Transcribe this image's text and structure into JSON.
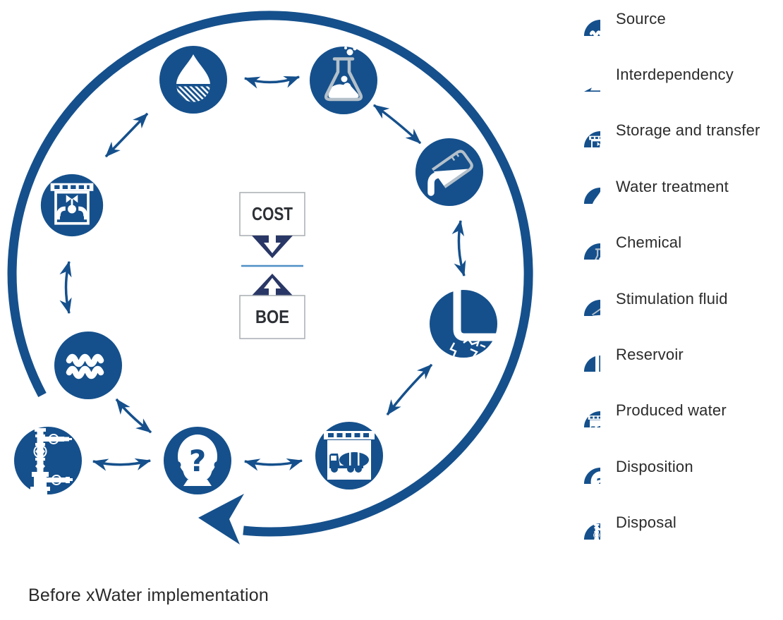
{
  "caption": "Before xWater implementation",
  "center": {
    "cost_label": "COST",
    "boe_label": "BOE"
  },
  "colors": {
    "primary_blue": "#15508c",
    "dark_navy": "#293766",
    "divider_blue": "#4e8fc6",
    "flask_gray": "#b4c0ca",
    "box_border": "#a9adb2",
    "text_dark": "#2b2b2b"
  },
  "legend": {
    "items": [
      {
        "id": "source",
        "label": "Source"
      },
      {
        "id": "interdependency",
        "label": "Interdependency"
      },
      {
        "id": "storage",
        "label": "Storage and transfer"
      },
      {
        "id": "water-treatment",
        "label": "Water treatment"
      },
      {
        "id": "chemical",
        "label": "Chemical"
      },
      {
        "id": "stimulation-fluid",
        "label": "Stimulation fluid"
      },
      {
        "id": "reservoir",
        "label": "Reservoir"
      },
      {
        "id": "produced-water",
        "label": "Produced water"
      },
      {
        "id": "disposition",
        "label": "Disposition"
      },
      {
        "id": "disposal",
        "label": "Disposal"
      }
    ]
  },
  "cycle": {
    "flow_direction": "clockwise",
    "nodes_clockwise_from_top_left": [
      "water-treatment",
      "chemical",
      "stimulation-fluid",
      "reservoir",
      "produced-water",
      "disposition",
      "disposal",
      "source",
      "storage"
    ],
    "interdependencies": [
      [
        "storage",
        "water-treatment"
      ],
      [
        "water-treatment",
        "chemical"
      ],
      [
        "chemical",
        "stimulation-fluid"
      ],
      [
        "stimulation-fluid",
        "reservoir"
      ],
      [
        "reservoir",
        "produced-water"
      ],
      [
        "produced-water",
        "disposition"
      ],
      [
        "disposition",
        "disposal"
      ],
      [
        "source",
        "disposition"
      ],
      [
        "source",
        "storage"
      ]
    ]
  }
}
